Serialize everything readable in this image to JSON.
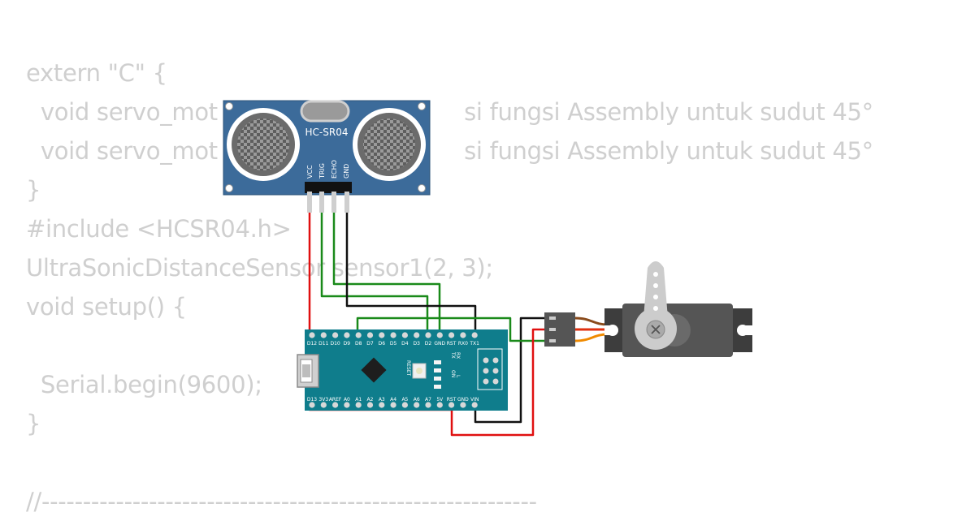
{
  "code_lines": [
    "extern \"C\" {",
    "  void servo_mot                                  si fungsi Assembly untuk sudut 45°",
    "  void servo_mot                                  si fungsi Assembly untuk sudut 45°",
    "}",
    "#include <HCSR04.h>",
    "UltraSonicDistanceSensor sensor1(2, 3);",
    "void setup() {",
    "",
    "  Serial.begin(9600);",
    "}",
    "",
    "//------------------------------------------------------------"
  ],
  "sensor": {
    "model": "HC-SR04",
    "pins": [
      "VCC",
      "TRIG",
      "ECHO",
      "GND"
    ]
  },
  "arduino": {
    "top_pins": [
      "D12",
      "D11",
      "D10",
      "D9",
      "D8",
      "D7",
      "D6",
      "D5",
      "D4",
      "D3",
      "D2",
      "GND",
      "RST",
      "RX0",
      "TX1"
    ],
    "bottom_pins": [
      "D13",
      "3V3",
      "AREF",
      "A0",
      "A1",
      "A2",
      "A3",
      "A4",
      "A5",
      "A6",
      "A7",
      "5V",
      "RST",
      "GND",
      "VIN"
    ],
    "reset_label": "RESET",
    "led_labels": [
      "TX",
      "RX",
      "ON",
      "L"
    ]
  },
  "colors": {
    "board": "#0f7d8c",
    "sensor_board": "#3c6b9a",
    "wire_power": "#e01010",
    "wire_signal": "#1a8a1a",
    "wire_ground": "#111111",
    "servo_body": "#555555",
    "servo_wire_brown": "#8a4b1c",
    "servo_wire_red": "#e03010",
    "servo_wire_orange": "#f08a00",
    "code_text": "#cfcfcf"
  }
}
